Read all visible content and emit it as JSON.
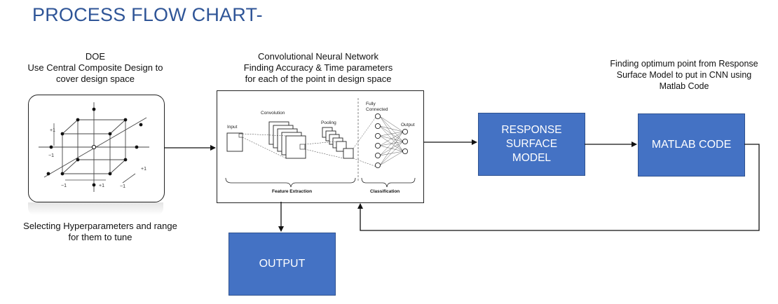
{
  "title": "PROCESS FLOW CHART-",
  "doe": {
    "caption_lines": [
      "DOE",
      "Use Central Composite Design to",
      "cover design space"
    ],
    "bottom_lines": [
      "Selecting Hyperparameters and range",
      "for them to tune"
    ],
    "axis_labels": {
      "plus1": "+1",
      "minus1": "−1"
    }
  },
  "cnn": {
    "caption_lines": [
      "Convolutional Neural Network",
      "Finding Accuracy & Time parameters",
      "for each of the point in design space"
    ],
    "labels": {
      "input": "Input",
      "convolution": "Convolution",
      "pooling": "Pooling",
      "fully_connected_1": "Fully",
      "fully_connected_2": "Connected",
      "output": "Output",
      "feature_extraction": "Feature Extraction",
      "classification": "Classification"
    }
  },
  "response_surface": {
    "lines": [
      "RESPONSE",
      "SURFACE",
      "MODEL"
    ]
  },
  "matlab": {
    "caption_lines": [
      "Finding optimum point from Response",
      "Surface Model to put in CNN using",
      "Matlab Code"
    ],
    "label": "MATLAB CODE"
  },
  "output_box": {
    "label": "OUTPUT"
  },
  "colors": {
    "title": "#2f5597",
    "box_fill": "#4472c4",
    "box_border": "#2f528f"
  }
}
